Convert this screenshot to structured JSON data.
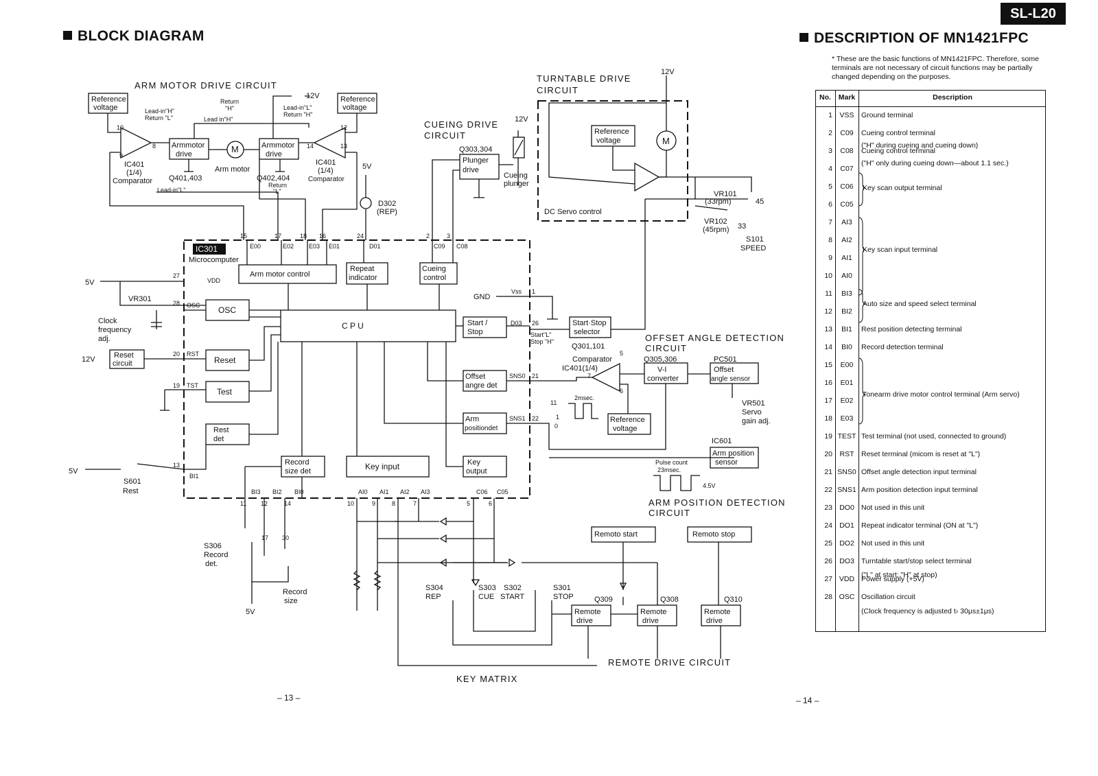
{
  "model": "SL-L20",
  "left_title": "BLOCK DIAGRAM",
  "right_title": "DESCRIPTION OF MN1421FPC",
  "page_left": "– 13 –",
  "page_right": "– 14 –",
  "note": "* These are the basic functions of MN1421FPC. Therefore, some terminals are not necessary of circuit functions may be partially changed depending on the purposes.",
  "table": {
    "headers": {
      "no": "No.",
      "mark": "Mark",
      "desc": "Description"
    },
    "rows": [
      {
        "no": "1",
        "mark": "VSS",
        "desc": "Ground terminal"
      },
      {
        "no": "2",
        "mark": "C09",
        "desc": "Cueing control terminal"
      },
      {
        "no": "3",
        "mark": "C08",
        "desc": "Cueing control terminal"
      },
      {
        "no": "4",
        "mark": "C07",
        "desc": ""
      },
      {
        "no": "5",
        "mark": "C06",
        "desc": ""
      },
      {
        "no": "6",
        "mark": "C05",
        "desc": ""
      },
      {
        "no": "7",
        "mark": "AI3",
        "desc": ""
      },
      {
        "no": "8",
        "mark": "AI2",
        "desc": ""
      },
      {
        "no": "9",
        "mark": "AI1",
        "desc": ""
      },
      {
        "no": "10",
        "mark": "AI0",
        "desc": ""
      },
      {
        "no": "11",
        "mark": "BI3",
        "desc": ""
      },
      {
        "no": "12",
        "mark": "BI2",
        "desc": ""
      },
      {
        "no": "13",
        "mark": "BI1",
        "desc": "Rest position detecting terminal"
      },
      {
        "no": "14",
        "mark": "BI0",
        "desc": "Record detection terminal"
      },
      {
        "no": "15",
        "mark": "E00",
        "desc": ""
      },
      {
        "no": "16",
        "mark": "E01",
        "desc": ""
      },
      {
        "no": "17",
        "mark": "E02",
        "desc": ""
      },
      {
        "no": "18",
        "mark": "E03",
        "desc": ""
      },
      {
        "no": "19",
        "mark": "TEST",
        "desc": "Test terminal (not used, connected to ground)"
      },
      {
        "no": "20",
        "mark": "RST",
        "desc": "Reset terminal (micom is reset at \"L\")"
      },
      {
        "no": "21",
        "mark": "SNS0",
        "desc": "Offset angle detection input terminal"
      },
      {
        "no": "22",
        "mark": "SNS1",
        "desc": "Arm position detection input terminal"
      },
      {
        "no": "23",
        "mark": "DO0",
        "desc": "Not used in this unit"
      },
      {
        "no": "24",
        "mark": "DO1",
        "desc": "Repeat indicator terminal (ON at \"L\")"
      },
      {
        "no": "25",
        "mark": "DO2",
        "desc": "Not used in this unit"
      },
      {
        "no": "26",
        "mark": "DO3",
        "desc": "Turntable start/stop select terminal"
      },
      {
        "no": "27",
        "mark": "VDD",
        "desc": "Power supply (+5V)"
      },
      {
        "no": "28",
        "mark": "OSC",
        "desc": "Oscillation circuit"
      }
    ],
    "extra": {
      "r2b": "(\"H\" during cueing and cueing down)",
      "r3b": "(\"H\" only during cueing down—about 1.1 sec.)",
      "r26b": "(\"L\" at start; \"H\" at stop)",
      "r28b": "(Clock frequency is adjusted t› 30μs±1μs)"
    },
    "groups": {
      "key_scan_out": "Key scan output terminal",
      "key_scan_in": "Key scan input terminal",
      "auto_size": "Auto size and speed select terminal",
      "tonearm": "Tonearm drive motor control terminal (Arm servo)"
    }
  },
  "sections": {
    "arm_motor": "ARM MOTOR DRIVE CIRCUIT",
    "turntable_1": "TURNTABLE DRIVE",
    "turntable_2": "CIRCUIT",
    "cueing_1": "CUEING DRIVE",
    "cueing_2": "CIRCUIT",
    "offset_1": "OFFSET ANGLE DETECTION",
    "offset_2": "CIRCUIT",
    "armpos_1": "ARM POSITION DETECTION",
    "armpos_2": "CIRCUIT",
    "remote": "REMOTE DRIVE CIRCUIT",
    "key_matrix": "KEY MATRIX"
  },
  "blocks": {
    "ref_v_l1": "Reference",
    "ref_v_l2": "voltage",
    "armmotor1": "Armmotor",
    "armmotor2": "drive",
    "arm_motor": "Arm motor",
    "q401": "Q401,403",
    "q402": "Q402,404",
    "ic401_a1": "IC401",
    "ic401_a2": "(1/4)",
    "ic401_a3": "Comparator",
    "ic301": "IC301",
    "micro": "Microcomputer",
    "arm_motor_ctrl": "Arm  motor control",
    "repeat1": "Repeat",
    "repeat2": "indicator",
    "cueing_c1": "Cueing",
    "cueing_c2": "control",
    "osc": "OSC",
    "cpu": "C P U",
    "reset": "Reset",
    "test": "Test",
    "rest1": "Rest",
    "rest2": "det",
    "record1": "Record",
    "record2": "size det",
    "key_input": "Key  input",
    "key_out1": "Key",
    "key_out2": "output",
    "start1": "Start /",
    "start2": "Stop",
    "offset1": "Offset",
    "offset2": "angre det",
    "armposd1": "Arm",
    "armposd2": "positiondet",
    "plunger1": "Plunger",
    "plunger2": "drive",
    "q303": "Q303,304",
    "cueing_pl1": "Cueing",
    "cueing_pl2": "plunger",
    "dc_servo": "DC Servo control",
    "ss1": "Start·Stop",
    "ss2": "selector",
    "q301": "Q301,101",
    "comp1": "Comparator",
    "comp2": "IC401(1/4)",
    "q305": "Q305,306",
    "vi1": "V-I",
    "vi2": "converter",
    "pc501": "PC501",
    "oas1": "Offset",
    "oas2": "angle sensor",
    "vr501_1": "VR501",
    "vr501_2": "Servo",
    "vr501_3": "gain adj.",
    "ic601": "IC601",
    "aps1": "Arm position",
    "aps2": "sensor",
    "pulse1": "Pulse count",
    "pulse2": "23msec.",
    "v45": "4.5V",
    "ms2": "2msec.",
    "remote_start": "Remoto start",
    "remote_stop": "Remoto stop",
    "rd1": "Remote",
    "rd2": "drive",
    "q309": "Q309",
    "q308": "Q308",
    "q310": "Q310",
    "vr101_1": "VR101",
    "vr101_2": "(33rpm)",
    "vr102_1": "VR102",
    "vr102_2": "(45rpm)",
    "s101_1": "S101",
    "s101_2": "SPEED",
    "d302_1": "D302",
    "d302_2": "(REP)",
    "vr301": "VR301",
    "clock1": "Clock",
    "clock2": "frequency",
    "clock3": "adj.",
    "reset_c1": "Reset",
    "reset_c2": "circuit",
    "s601_1": "S601",
    "s601_2": "Rest",
    "s306_1": "S306",
    "s306_2": "Record",
    "s306_3": "det.",
    "recsize1": "Record",
    "recsize2": "size",
    "s304_1": "S304",
    "s304_2": "REP",
    "s303_1": "S303",
    "s303_2": "CUE",
    "s302_1": "S302",
    "s302_2": "START",
    "s301_1": "S301",
    "s301_2": "STOP",
    "gnd": "GND",
    "vss": "Vss",
    "vdd": "VDD",
    "v12": "12V",
    "v5": "5V",
    "lead_in_h": "Lead-in\"H\"",
    "return_l": "Return \"L\"",
    "lead_in_l": "Lead-in\"L\"",
    "return_h": "Return \"H\"",
    "return_h_a": "Return",
    "return_h_b": "\"H\"",
    "lead_in_h2": "Lead in\"H\"",
    "lead_in_l2": "Lead-in\"L\"",
    "return_l_a": "Return",
    "return_l_b": "\"L\"",
    "start_l": "Start\"L\"",
    "stop_h": "Stop \"H\"",
    "n45": "45",
    "n33": "33"
  },
  "pins": {
    "p15": "15",
    "p17": "17",
    "p18": "18",
    "p16": "16",
    "p24": "24",
    "p2": "2",
    "p3": "3",
    "e00": "E00",
    "e02": "E02",
    "e03": "E03",
    "e01": "E01",
    "d01": "D01",
    "c09": "C09",
    "c08": "C08",
    "p27": "27",
    "p28": "28",
    "osc": "OSC",
    "p20": "20",
    "rst": "RST",
    "p19": "19",
    "tst": "TST",
    "p13": "13",
    "bi1": "BI1",
    "p1": "1",
    "p26": "26",
    "d03": "D03",
    "p21": "21",
    "sns0": "SNS0",
    "p22": "22",
    "sns1": "SNS1",
    "bi3": "BI3",
    "bi2": "BI2",
    "bi0": "BI0",
    "p11": "11",
    "p12": "12",
    "p14": "14",
    "ai0": "AI0",
    "ai1": "AI1",
    "ai2": "AI2",
    "ai3": "AI3",
    "p10": "10",
    "p9": "9",
    "p8": "8",
    "p7": "7",
    "c06": "C06",
    "c05": "C05",
    "p5": "5",
    "p6": "6",
    "n10": "10",
    "n8": "8",
    "n9": "9",
    "n12": "12",
    "n14": "14",
    "n13": "13",
    "n5": "5",
    "n7": "7",
    "n6": "6",
    "n17": "17",
    "n30": "30",
    "n11": "11",
    "n1": "1",
    "n0": "0"
  }
}
